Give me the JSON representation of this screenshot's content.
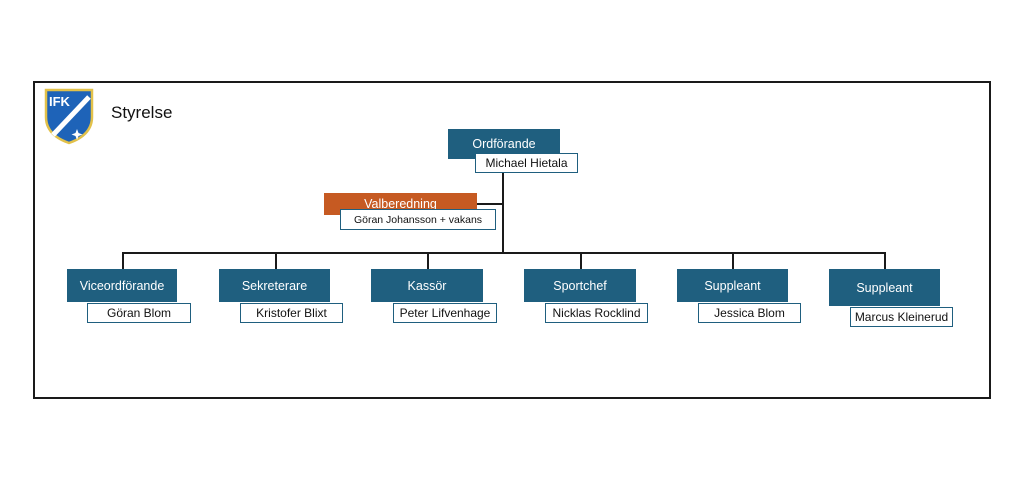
{
  "title": "Styrelse",
  "logo": {
    "text": "IFK",
    "icon": "ifk-shield-logo"
  },
  "colors": {
    "role_bg": "#1f5f7f",
    "nomination_bg": "#c65a22",
    "line": "#1a1a1a"
  },
  "chair": {
    "role": "Ordförande",
    "name": "Michael Hietala"
  },
  "nomination": {
    "role": "Valberedning",
    "name": "Göran Johansson + vakans"
  },
  "members": [
    {
      "role": "Viceordförande",
      "name": "Göran Blom"
    },
    {
      "role": "Sekreterare",
      "name": "Kristofer Blixt"
    },
    {
      "role": "Kassör",
      "name": "Peter Lifvenhage"
    },
    {
      "role": "Sportchef",
      "name": "Nicklas Rocklind"
    },
    {
      "role": "Suppleant",
      "name": "Jessica Blom"
    },
    {
      "role": "Suppleant",
      "name": "Marcus Kleinerud"
    }
  ]
}
